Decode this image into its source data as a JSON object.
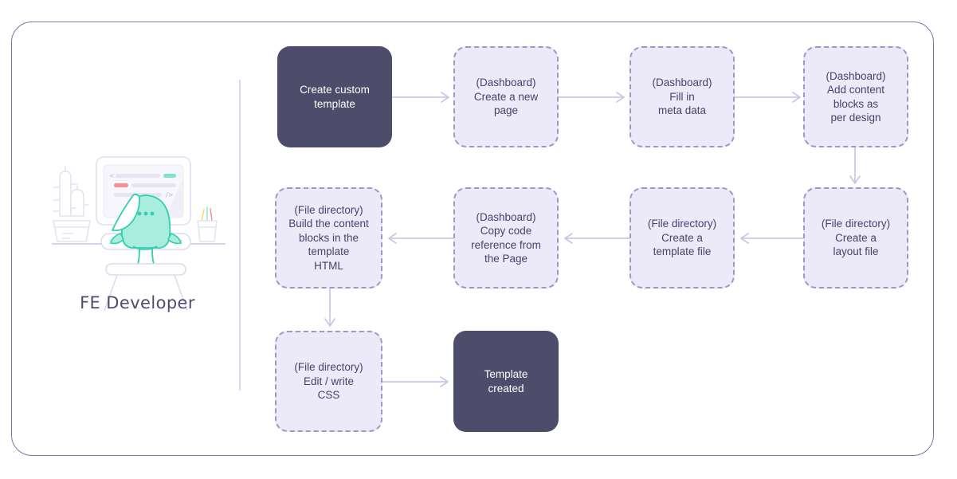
{
  "diagram": {
    "title_label": "FE Developer",
    "persona_illustration": "developer-at-desk-illustration",
    "colors": {
      "frame_border": "#7a76a8",
      "divider": "#d9daef",
      "solid_node_bg": "#4e4c6b",
      "solid_node_text": "#ffffff",
      "dashed_node_bg": "#eceaf8",
      "dashed_node_border": "#9c98c8",
      "dashed_node_text": "#45436a",
      "arrow": "#c9c7e6",
      "character_accent": "#7fe3cd",
      "screen_accent_teal": "#7fe3cd",
      "screen_accent_pink": "#fc8e8e"
    },
    "nodes": [
      {
        "id": "n1",
        "style": "solid",
        "text": "Create custom\ntemplate"
      },
      {
        "id": "n2",
        "style": "dashed",
        "text": "(Dashboard)\nCreate a new\npage"
      },
      {
        "id": "n3",
        "style": "dashed",
        "text": "(Dashboard)\nFill in\nmeta data"
      },
      {
        "id": "n4",
        "style": "dashed",
        "text": "(Dashboard)\nAdd content\nblocks as\nper design"
      },
      {
        "id": "n5",
        "style": "dashed",
        "text": "(File directory)\nCreate a\nlayout file"
      },
      {
        "id": "n6",
        "style": "dashed",
        "text": "(File directory)\nCreate a\ntemplate file"
      },
      {
        "id": "n7",
        "style": "dashed",
        "text": "(Dashboard)\nCopy code\nreference from\nthe Page"
      },
      {
        "id": "n8",
        "style": "dashed",
        "text": "(File directory)\nBuild the content\nblocks in the\ntemplate\nHTML"
      },
      {
        "id": "n9",
        "style": "dashed",
        "text": "(File directory)\nEdit / write\nCSS"
      },
      {
        "id": "n10",
        "style": "solid",
        "text": "Template\ncreated"
      }
    ],
    "edges": [
      {
        "from": "n1",
        "to": "n2",
        "direction": "right"
      },
      {
        "from": "n2",
        "to": "n3",
        "direction": "right"
      },
      {
        "from": "n3",
        "to": "n4",
        "direction": "right"
      },
      {
        "from": "n4",
        "to": "n5",
        "direction": "down"
      },
      {
        "from": "n5",
        "to": "n6",
        "direction": "left"
      },
      {
        "from": "n6",
        "to": "n7",
        "direction": "left"
      },
      {
        "from": "n7",
        "to": "n8",
        "direction": "left"
      },
      {
        "from": "n8",
        "to": "n9",
        "direction": "down"
      },
      {
        "from": "n9",
        "to": "n10",
        "direction": "right"
      }
    ]
  }
}
